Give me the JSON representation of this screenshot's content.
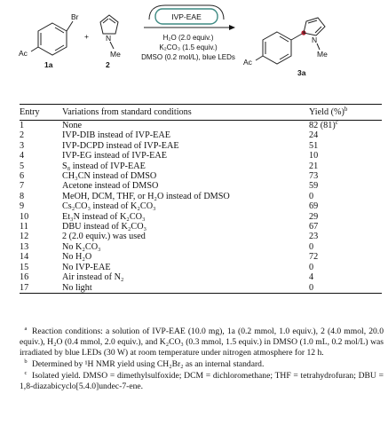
{
  "scheme": {
    "catalyst": "IVP-EAE",
    "conditions": [
      "H₂O (2.0 equiv.)",
      "K₂CO₃ (1.5 equiv.)",
      "DMSO (0.2 mol/L), blue LEDs"
    ],
    "plus": "+",
    "reactant1": {
      "label": "1a",
      "substituent": "Ac",
      "halogen": "Br"
    },
    "reactant2": {
      "label": "2",
      "n": "N",
      "me": "Me"
    },
    "product": {
      "label": "3a",
      "substituent": "Ac",
      "n": "N",
      "me": "Me"
    }
  },
  "table": {
    "headers": {
      "entry": "Entry",
      "variation": "Variations from standard conditions",
      "yield": "Yield (%)",
      "yield_mark": "b"
    },
    "rows": [
      {
        "entry": "1",
        "variation": "None",
        "yield": "82 (81)",
        "mark": "c"
      },
      {
        "entry": "2",
        "variation": "IVP-DIB instead of IVP-EAE",
        "yield": "24"
      },
      {
        "entry": "3",
        "variation": "IVP-DCPD instead of IVP-EAE",
        "yield": "51"
      },
      {
        "entry": "4",
        "variation": "IVP-EG instead of IVP-EAE",
        "yield": "10"
      },
      {
        "entry": "5",
        "variation": "S₈ instead of IVP-EAE",
        "yield": "21"
      },
      {
        "entry": "6",
        "variation": "CH₃CN instead of DMSO",
        "yield": "73"
      },
      {
        "entry": "7",
        "variation": "Acetone instead of DMSO",
        "yield": "59"
      },
      {
        "entry": "8",
        "variation": "MeOH, DCM, THF, or H₂O instead of DMSO",
        "yield": "0"
      },
      {
        "entry": "9",
        "variation": "Cs₂CO₃ instead of K₂CO₃",
        "yield": "69"
      },
      {
        "entry": "10",
        "variation": "Et₃N instead of K₂CO₃",
        "yield": "29"
      },
      {
        "entry": "11",
        "variation": "DBU instead of K₂CO₃",
        "yield": "67"
      },
      {
        "entry": "12",
        "variation": "2 (2.0 equiv.) was used",
        "yield": "23"
      },
      {
        "entry": "13",
        "variation": "No K₂CO₃",
        "yield": "0"
      },
      {
        "entry": "14",
        "variation": "No H₂O",
        "yield": "72"
      },
      {
        "entry": "15",
        "variation": "No IVP-EAE",
        "yield": "0"
      },
      {
        "entry": "16",
        "variation": "Air instead of N₂",
        "yield": "4"
      },
      {
        "entry": "17",
        "variation": "No light",
        "yield": "0"
      }
    ]
  },
  "footnotes": [
    {
      "mark": "a",
      "text": "Reaction conditions: a solution of IVP-EAE (10.0 mg), 1a (0.2 mmol, 1.0 equiv.), 2 (4.0 mmol, 20.0 equiv.), H₂O (0.4 mmol, 2.0 equiv.), and K₂CO₃ (0.3 mmol, 1.5 equiv.) in DMSO (1.0 mL, 0.2 mol/L) was irradiated by blue LEDs (30 W) at room temperature under nitrogen atmosphere for 12 h."
    },
    {
      "mark": "b",
      "text": "Determined by ¹H NMR yield using CH₂Br₂ as an internal standard."
    },
    {
      "mark": "c",
      "text": "Isolated yield. DMSO = dimethylsulfoxide; DCM = dichloromethane; THF = tetrahydrofuran; DBU = 1,8-diazabicyclo[5.4.0]undec-7-ene."
    }
  ]
}
